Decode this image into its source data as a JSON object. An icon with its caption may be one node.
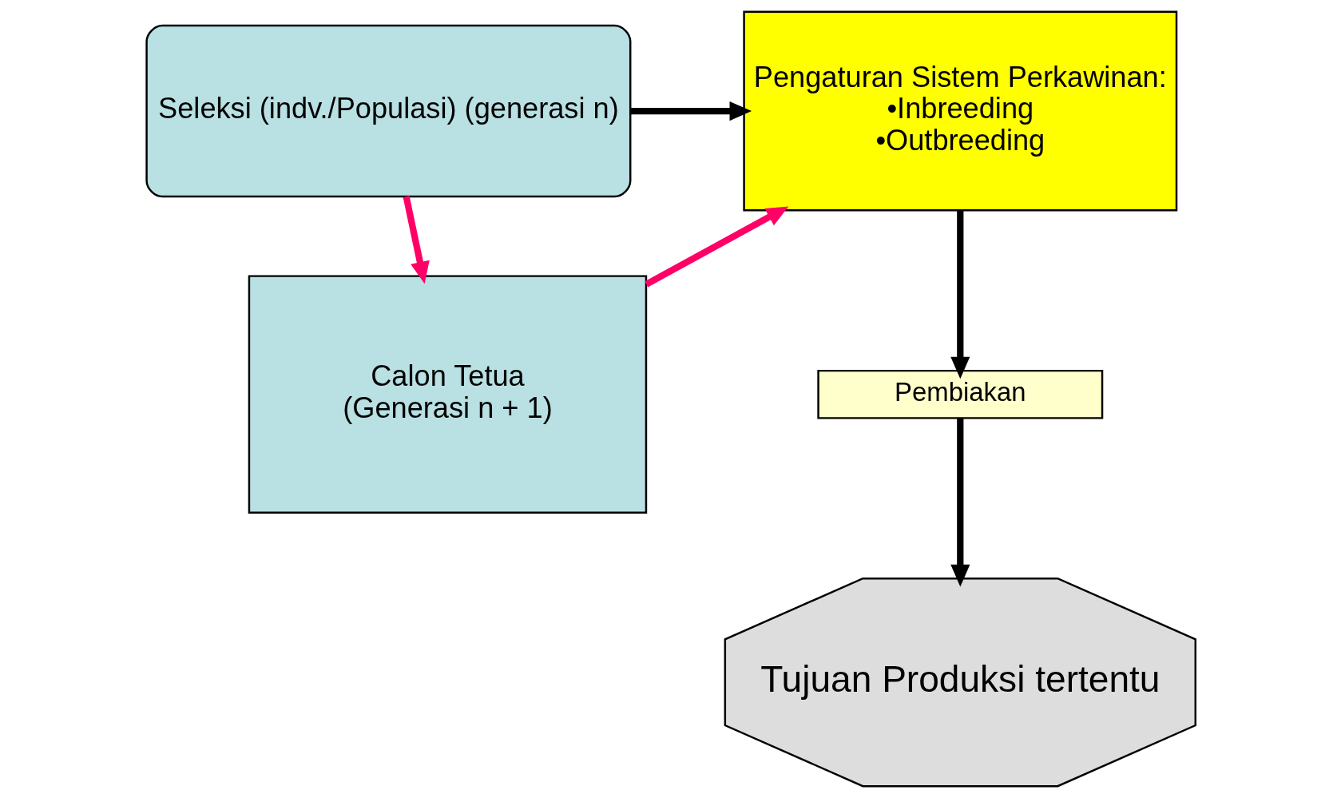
{
  "diagram": {
    "nodes": [
      {
        "text": [
          "Seleksi (indv./Populasi) (generasi n)"
        ]
      },
      {
        "text": [
          "Pengaturan Sistem Perkawinan:",
          "•Inbreeding",
          "•Outbreeding"
        ]
      },
      {
        "text": [
          "Calon Tetua",
          "(Generasi n + 1)"
        ]
      },
      {
        "text": [
          "Pembiakan"
        ]
      },
      {
        "text": [
          "Tujuan Produksi tertentu"
        ]
      }
    ],
    "edges": [
      {
        "from": 0,
        "to": 1,
        "arrow": "to"
      },
      {
        "from": 0,
        "to": 2,
        "arrow": "to",
        "color": "#ff0066"
      },
      {
        "from": 2,
        "to": 1,
        "arrow": "to",
        "color": "#ff0066"
      },
      {
        "from": 1,
        "to": 3,
        "arrow": "to"
      },
      {
        "from": 3,
        "to": 4,
        "arrow": "to"
      }
    ]
  }
}
